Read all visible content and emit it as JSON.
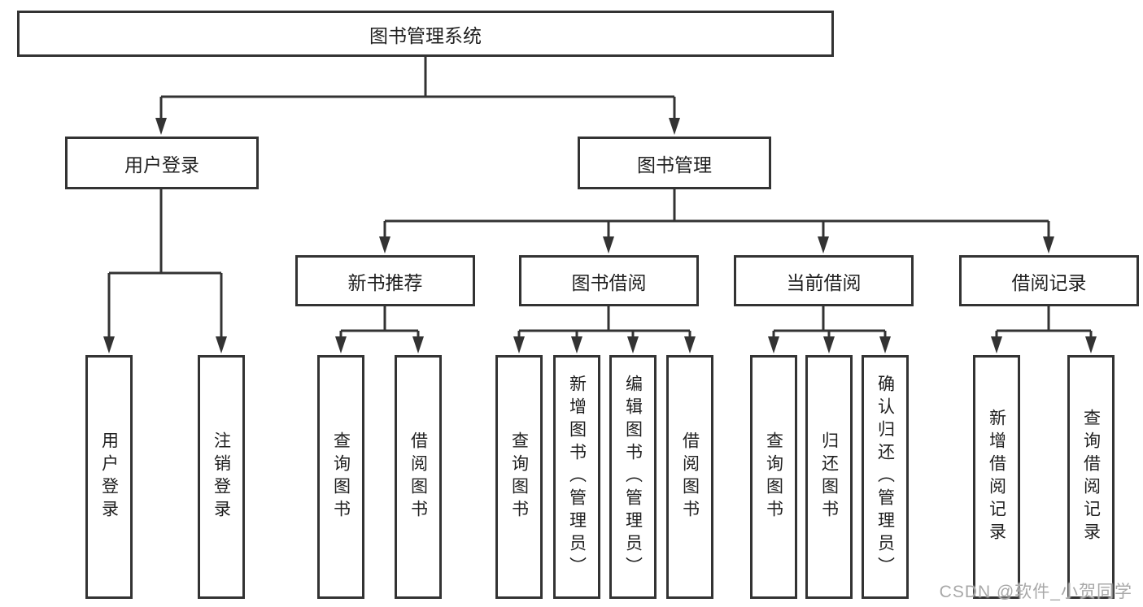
{
  "diagram": {
    "root": {
      "label": "图书管理系统"
    },
    "level2": [
      {
        "label": "用户登录"
      },
      {
        "label": "图书管理"
      }
    ],
    "level3": [
      {
        "label": "新书推荐"
      },
      {
        "label": "图书借阅"
      },
      {
        "label": "当前借阅"
      },
      {
        "label": "借阅记录"
      }
    ],
    "leaves": [
      {
        "label": "用户登录"
      },
      {
        "label": "注销登录"
      },
      {
        "label": "查询图书"
      },
      {
        "label": "借阅图书"
      },
      {
        "label": "查询图书"
      },
      {
        "label": "新增图书（管理员）"
      },
      {
        "label": "编辑图书（管理员）"
      },
      {
        "label": "借阅图书"
      },
      {
        "label": "查询图书"
      },
      {
        "label": "归还图书"
      },
      {
        "label": "确认归还（管理员）"
      },
      {
        "label": "新增借阅记录"
      },
      {
        "label": "查询借阅记录"
      }
    ]
  },
  "watermark": "CSDN @软件_小贺同学",
  "colors": {
    "line": "#333333",
    "box_border": "#333333",
    "text": "#1f1f1f",
    "watermark": "#a8a8a8",
    "background": "#ffffff"
  }
}
